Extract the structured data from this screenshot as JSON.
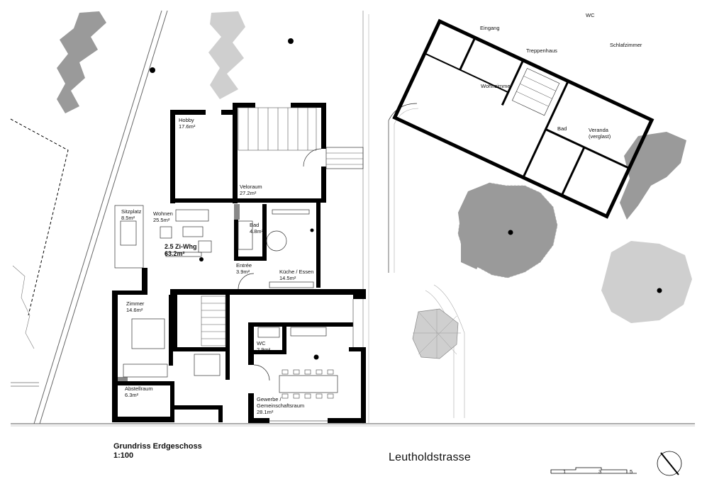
{
  "title": {
    "line1": "Grundriss Erdgeschoss",
    "line2": "1:100"
  },
  "street": "Leutholdstrasse",
  "scale_bar": {
    "ticks": [
      "1",
      "3",
      "5"
    ]
  },
  "rooms": {
    "hobby": {
      "name": "Hobby",
      "area": "17.6m²"
    },
    "veloraum": {
      "name": "Veloraum",
      "area": "27.2m²"
    },
    "sitzplatz": {
      "name": "Sitzplatz",
      "area": "8.5m²"
    },
    "wohnen": {
      "name": "Wohnen",
      "area": "25.5m²"
    },
    "bad": {
      "name": "Bad",
      "area": "4.8m²"
    },
    "apartment": {
      "name": "2.5 Zi-Whg",
      "area": "63.2m²"
    },
    "entree": {
      "name": "Entrée",
      "area": "3.9m²"
    },
    "kueche": {
      "name": "Küche / Essen",
      "area": "14.5m²"
    },
    "zimmer": {
      "name": "Zimmer",
      "area": "14.6m²"
    },
    "wc": {
      "name": "WC",
      "area": "2.9m²"
    },
    "abstellraum": {
      "name": "Abstellraum",
      "area": "6.3m²"
    },
    "gewerbe": {
      "name1": "Gewerbe /",
      "name2": "Gemeinschaftsraum",
      "area": "28.1m²"
    }
  },
  "neighbor_rooms": {
    "eingang": "Eingang",
    "treppenhaus": "Treppenhaus",
    "wc": "WC",
    "schlafzimmer": "Schlafzimmer",
    "wohnzimmer": "Wohnzimmer",
    "bad": "Bad",
    "veranda1": "Veranda",
    "veranda2": "(verglast)"
  }
}
